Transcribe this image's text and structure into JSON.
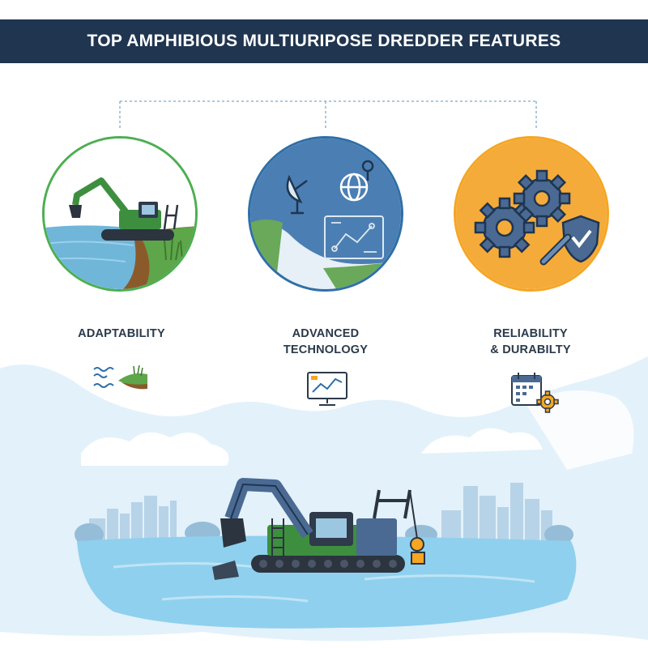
{
  "header": {
    "title": "TOP AMPHIBIOUS MULTIURIPOSE DREDDER FEATURES"
  },
  "features": [
    {
      "label_line1": "ADAPTABILITY",
      "label_line2": "",
      "illustration": "excavator-on-riverbank",
      "icon": "waves-island-icon",
      "ring_color": "#4caf50"
    },
    {
      "label_line1": "ADVANCED",
      "label_line2": "TECHNOLOGY",
      "illustration": "satellite-globe-map",
      "icon": "monitor-chart-icon",
      "ring_color": "#2f6fa8"
    },
    {
      "label_line1": "RELIABILITY",
      "label_line2": "& DURABILTY",
      "illustration": "gears-wrench-shield",
      "icon": "calendar-gear-icon",
      "ring_color": "#f5a623"
    }
  ],
  "colors": {
    "banner": "#1f3550",
    "water": "#8fd0ee",
    "sky": "#e3f1fa",
    "excavator_green": "#3d8f3f",
    "excavator_blue": "#4a6a93"
  }
}
